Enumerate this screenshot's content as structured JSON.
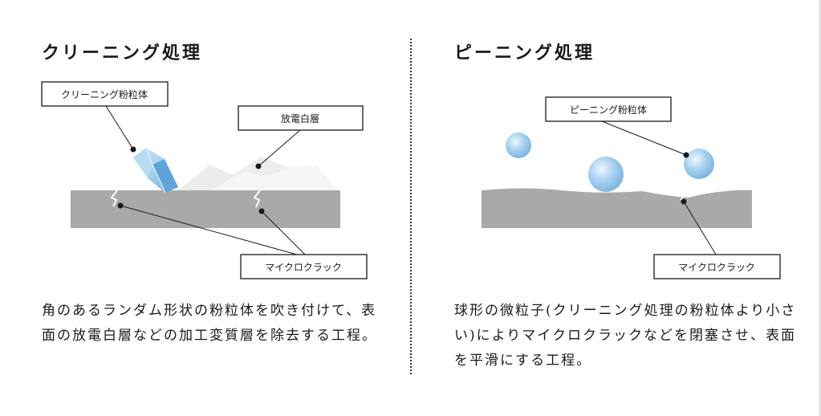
{
  "left": {
    "title": "クリーニング処理",
    "labels": {
      "particle": "クリーニング粉粒体",
      "layer": "放電白層",
      "crack": "マイクロクラック"
    },
    "description": "角のあるランダム形状の粉粒体を吹き付けて、表面の放電白層などの加工変質層を除去する工程。"
  },
  "right": {
    "title": "ピーニング処理",
    "labels": {
      "particle": "ピーニング粉粒体",
      "crack": "マイクロクラック"
    },
    "description": "球形の微粒子(クリーニング処理の粉粒体より小さい)によりマイクロクラックなどを閉塞させ、表面を平滑にする工程。"
  },
  "colors": {
    "surface": "#a9a9a9",
    "white_layer": "#e9e9e9",
    "particle": "#9cc8ea",
    "text": "#1a1a1a"
  }
}
